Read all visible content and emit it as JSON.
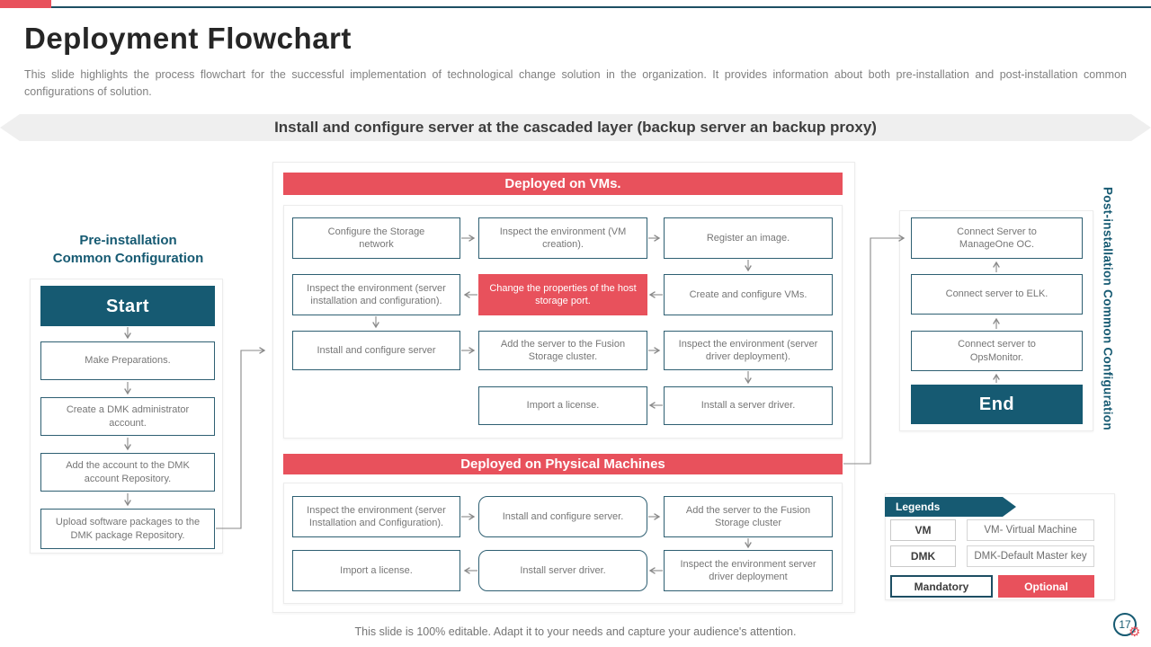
{
  "header": {
    "title": "Deployment Flowchart",
    "subtitle": "This slide highlights the process flowchart for the successful implementation of technological change solution in the organization. It provides information about both pre-installation and post-installation common configurations of solution.",
    "banner": "Install and configure server at the cascaded layer (backup server an backup proxy)"
  },
  "pre_install": {
    "heading_lines": [
      "Pre-installation",
      "Common Configuration"
    ],
    "start": "Start",
    "steps": [
      "Make Preparations.",
      "Create a DMK administrator account.",
      "Add the account to the DMK account Repository.",
      "Upload software packages to the DMK package Repository."
    ]
  },
  "vm_section": {
    "title": "Deployed on VMs.",
    "boxes": [
      "Configure the Storage network",
      "Inspect the environment (VM creation).",
      "Register an image.",
      "Inspect the environment (server installation and configuration).",
      "Change the properties of the host storage port.",
      "Create and configure VMs.",
      "Install and configure server",
      "Add the server to the Fusion Storage cluster.",
      "Inspect the environment (server driver deployment).",
      "Import a license.",
      "Install a server driver."
    ]
  },
  "pm_section": {
    "title": "Deployed on Physical Machines",
    "boxes": [
      "Inspect the environment (server Installation and Configuration).",
      "Install and configure server.",
      "Add the server to the Fusion Storage cluster",
      "Import a license.",
      "Install server driver.",
      "Inspect the environment server driver deployment"
    ]
  },
  "post_install": {
    "vertical_heading": "Post-installation Common Configuration",
    "boxes": [
      "Connect Server to ManageOne OC.",
      "Connect server to ELK.",
      "Connect server to OpsMonitor."
    ],
    "end": "End"
  },
  "legends": {
    "title": "Legends",
    "items": [
      {
        "key": "VM",
        "value": "VM- Virtual Machine"
      },
      {
        "key": "DMK",
        "value": "DMK-Default Master key"
      }
    ],
    "mandatory": "Mandatory",
    "optional": "Optional"
  },
  "footer": {
    "note": "This slide is 100% editable. Adapt it to your needs and capture your audience's attention.",
    "page_number": "17"
  },
  "icons": {
    "gear": "⚙"
  },
  "colors": {
    "accent_red": "#e8515c",
    "teal": "#165a72",
    "connector_gray": "#898989"
  }
}
